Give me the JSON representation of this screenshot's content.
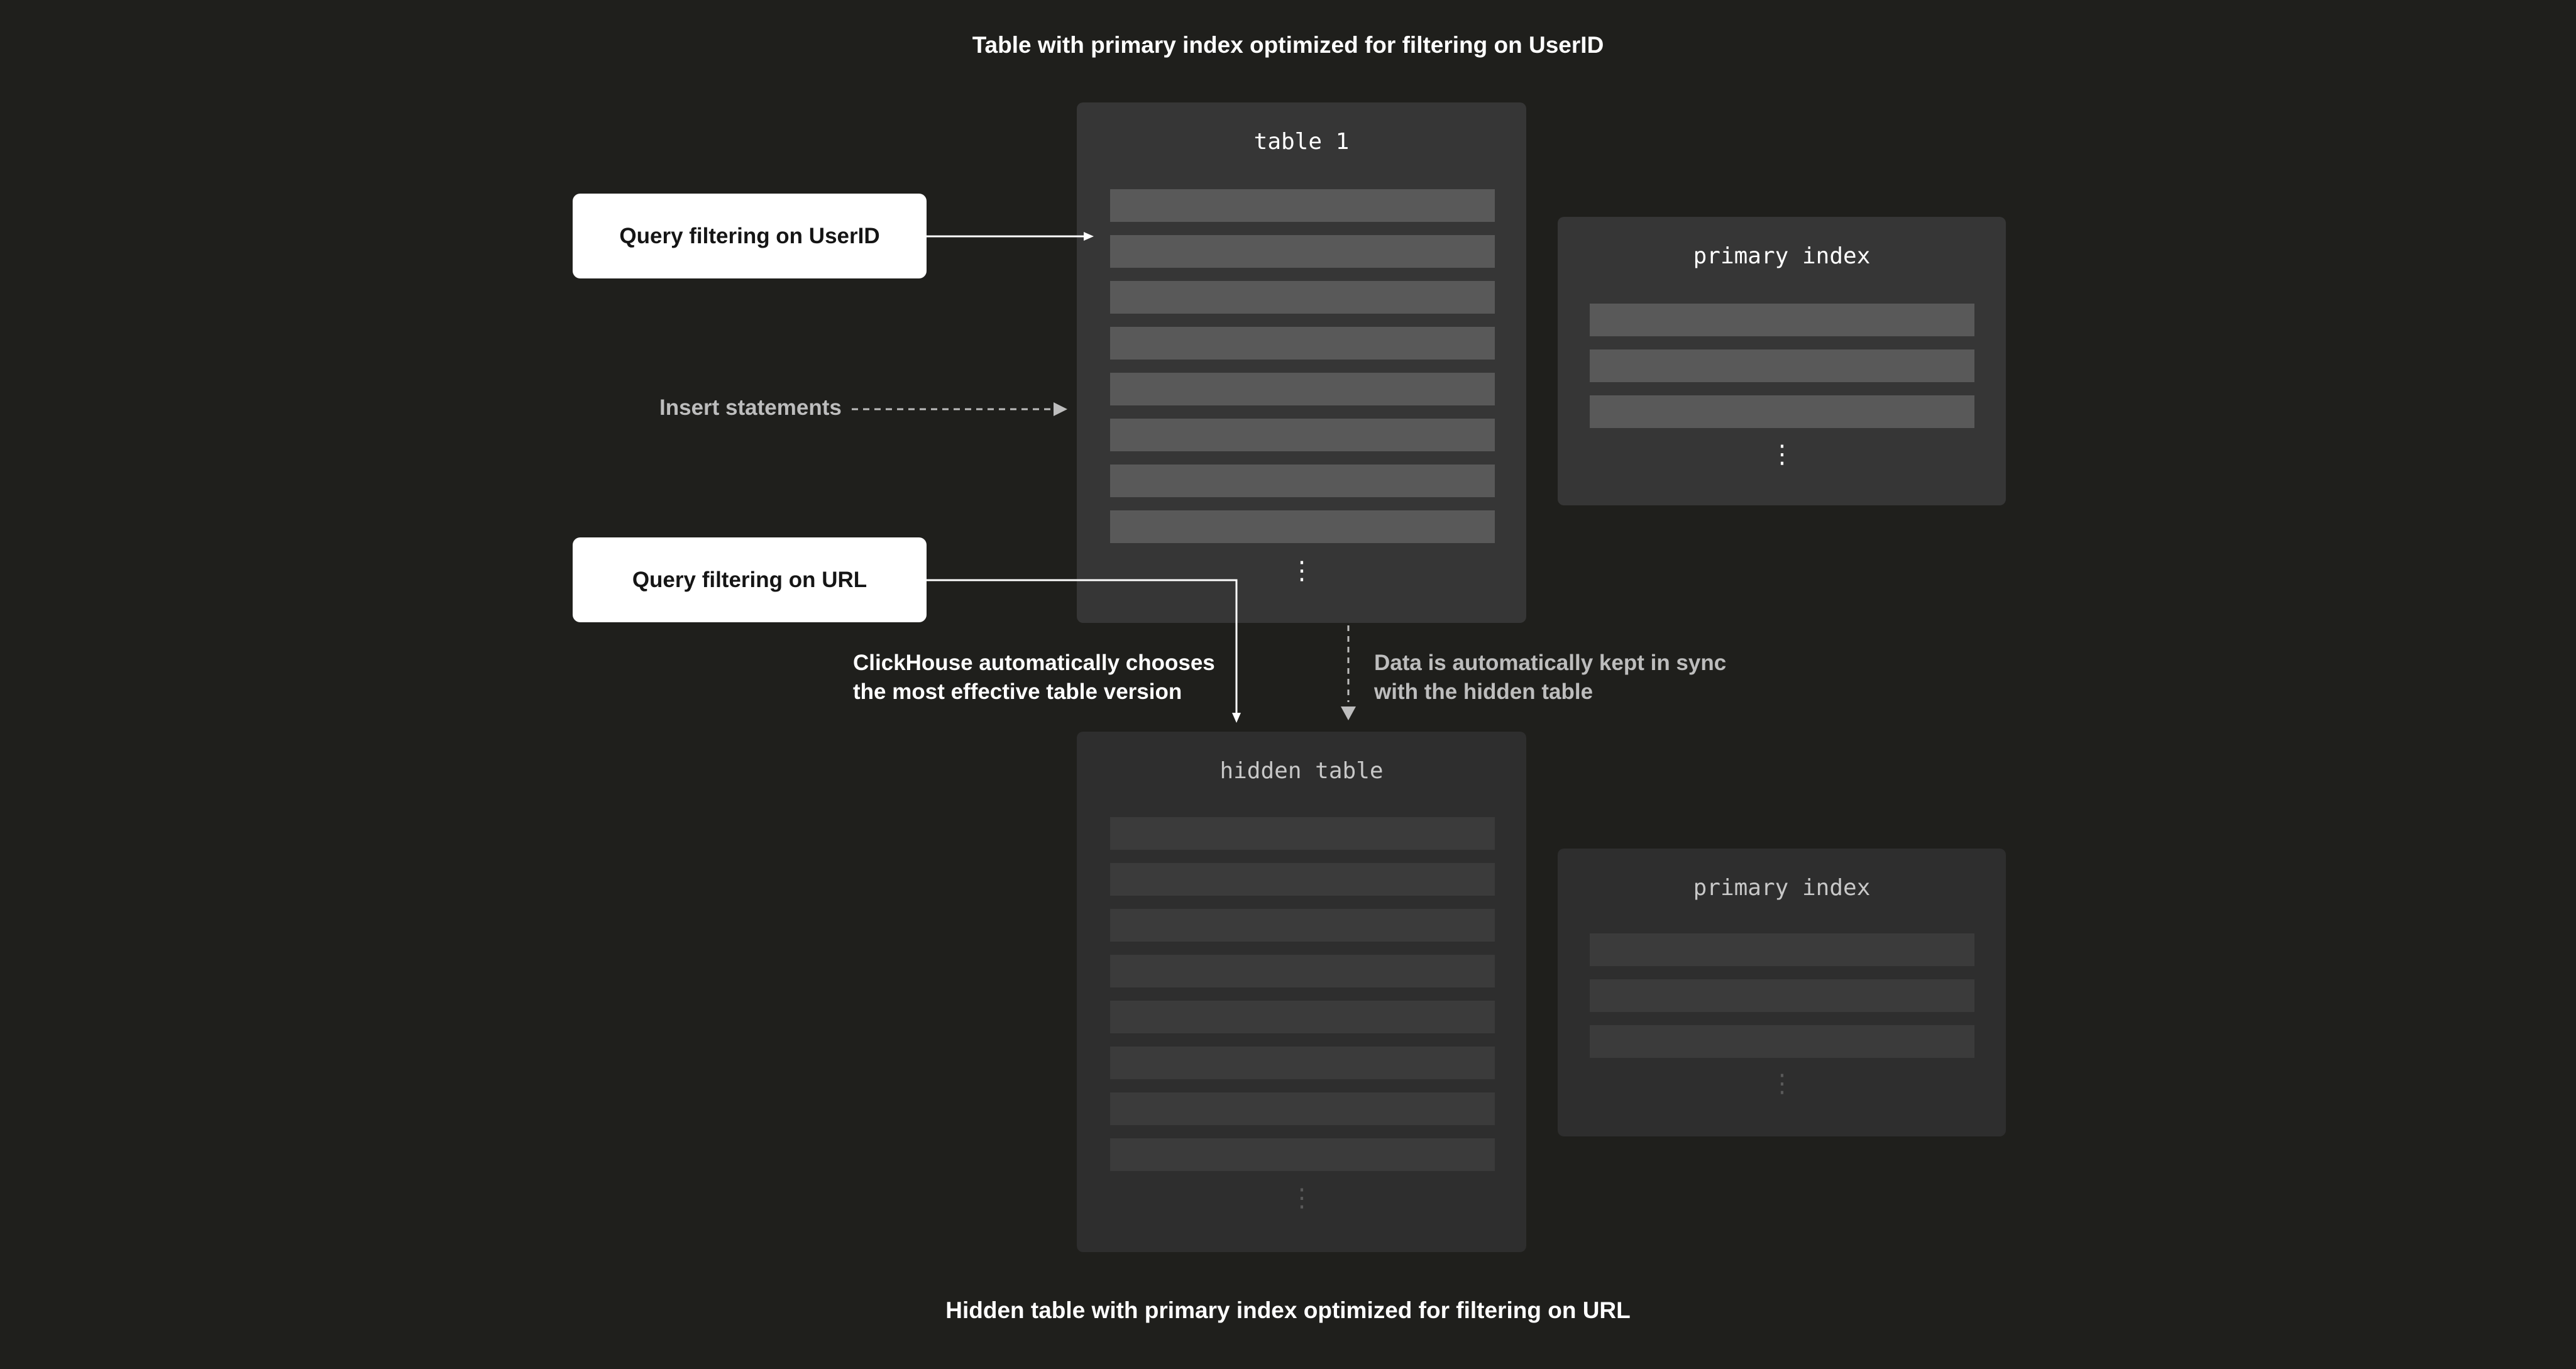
{
  "captions": {
    "top": "Table with primary index optimized for filtering on UserID",
    "bottom": "Hidden table with primary index optimized for filtering on URL"
  },
  "queries": {
    "userid": "Query filtering on UserID",
    "url": "Query filtering on URL"
  },
  "labels": {
    "insert": "Insert statements",
    "choose_line1": "ClickHouse automatically chooses",
    "choose_line2": "the most effective table version",
    "sync_line1": "Data is automatically kept in sync",
    "sync_line2": "with the hidden table"
  },
  "panels": {
    "table1": {
      "title": "table 1",
      "rows": 8
    },
    "primary_index": {
      "title": "primary index",
      "rows": 3
    },
    "hidden_table": {
      "title": "hidden table",
      "rows": 8
    },
    "hidden_primary_index": {
      "title": "primary index",
      "rows": 3
    }
  },
  "ellipsis": "⋮",
  "colors": {
    "background": "#1f1f1c",
    "panel": "#363636",
    "panel_dim": "#2e2e2e",
    "row": "#595959",
    "row_dim": "#3b3b3b",
    "query_box": "#ffffff",
    "line": "#ffffff",
    "dashed_line": "#bdbdbd"
  }
}
